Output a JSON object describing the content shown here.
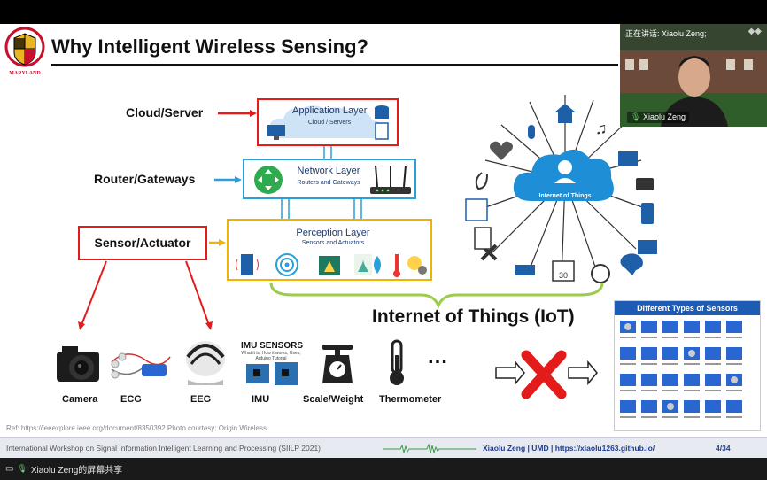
{
  "slide": {
    "title": "Why Intelligent Wireless Sensing?",
    "layers": {
      "cloud_label": "Cloud/Server",
      "router_label": "Router/Gateways",
      "sensor_label": "Sensor/Actuator",
      "application_title": "Application Layer",
      "application_sub": "Cloud / Servers",
      "network_title": "Network Layer",
      "network_sub": "Routers and Gateways",
      "perception_title": "Perception Layer",
      "perception_sub": "Sensors and Actuators"
    },
    "iot_hub_label": "Internet of Things",
    "iot_heading": "Internet of Things (IoT)",
    "sensors_panel_title": "Different Types of Sensors",
    "devices": [
      {
        "label": "Camera"
      },
      {
        "label": "ECG"
      },
      {
        "label": "EEG"
      },
      {
        "label": "IMU"
      },
      {
        "label": "Scale/Weight"
      },
      {
        "label": "Thermometer"
      }
    ],
    "imu_title": "IMU SENSORS",
    "imu_subtitle": "What it is, How it works, Uses, Arduino Tutorial",
    "ellipsis": "…",
    "reference": "Ref: https://ieeexplore.ieee.org/document/8350392  Photo courtesy: Origin Wireless.",
    "footer_left": "International Workshop on Signal Information Intelligent Learning and Processing (SIILP 2021)",
    "footer_right": "Xiaolu Zeng | UMD | https://xiaolu1263.github.io/",
    "page_number": "4/34",
    "colors": {
      "red": "#e31b1b",
      "blue": "#2a9fd8",
      "yellow": "#f0b400",
      "green": "#9bcc4a",
      "cloud": "#1e8fd6"
    }
  },
  "webcam": {
    "caption": "正在讲话: Xiaolu Zeng;",
    "name": "Xiaolu Zeng",
    "mic_icon": "mic-icon"
  },
  "share_bar": {
    "text": "Xiaolu Zeng的屏幕共享"
  }
}
